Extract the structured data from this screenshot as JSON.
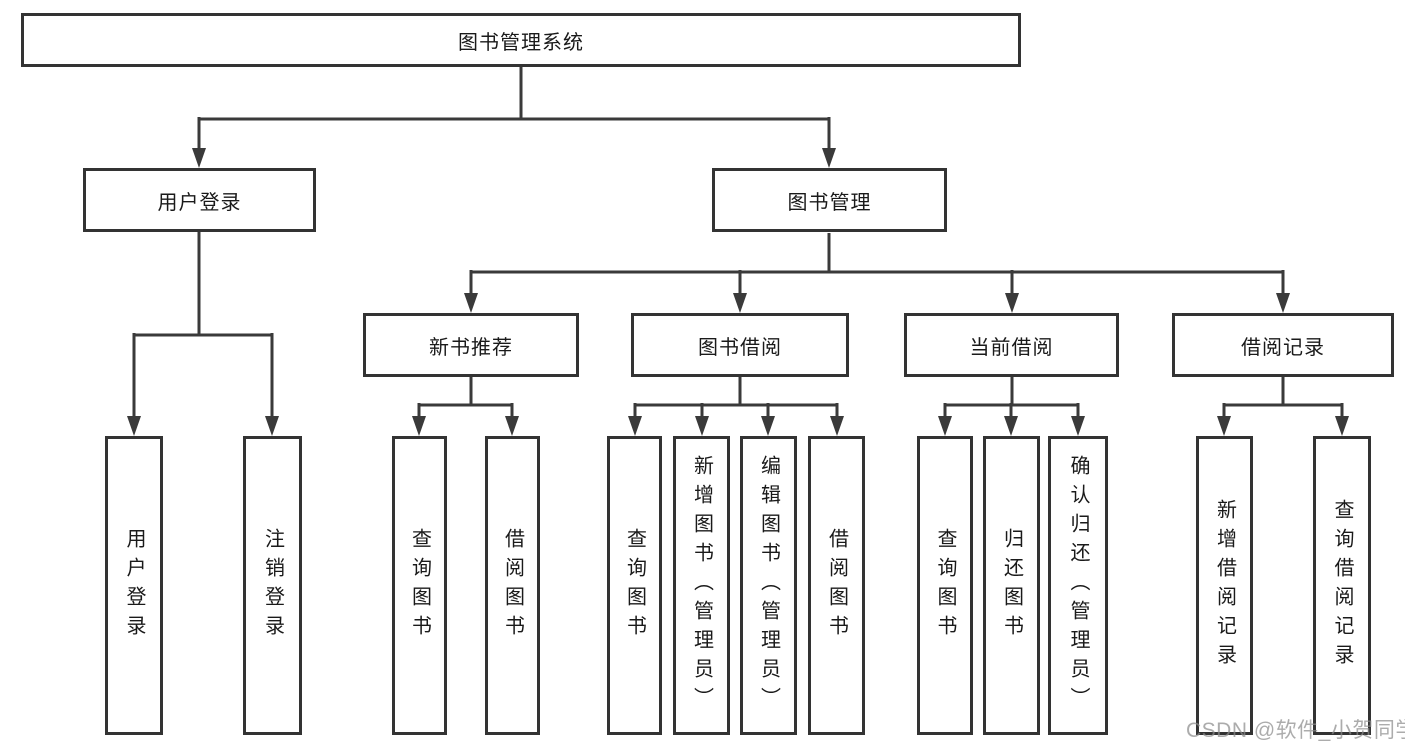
{
  "tree": {
    "root": "图书管理系统",
    "branches": [
      {
        "label": "用户登录",
        "children": [
          "用户登录",
          "注销登录"
        ]
      },
      {
        "label": "图书管理",
        "groups": [
          {
            "label": "新书推荐",
            "children": [
              "查询图书",
              "借阅图书"
            ]
          },
          {
            "label": "图书借阅",
            "children": [
              "查询图书",
              "新增图书（管理员）",
              "编辑图书（管理员）",
              "借阅图书"
            ]
          },
          {
            "label": "当前借阅",
            "children": [
              "查询图书",
              "归还图书",
              "确认归还（管理员）"
            ]
          },
          {
            "label": "借阅记录",
            "children": [
              "新增借阅记录",
              "查询借阅记录"
            ]
          }
        ]
      }
    ]
  },
  "watermark": "CSDN @软件_小贺同学",
  "colors": {
    "line": "#3a3a3a",
    "box_border": "#333333",
    "text": "#1a1a1a",
    "watermark": "#8c8c8c"
  }
}
